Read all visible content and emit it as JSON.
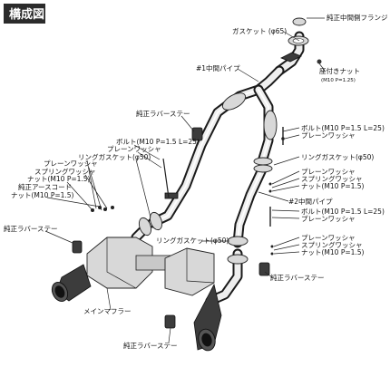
{
  "title": "構成図",
  "labels": {
    "junsei_flange": "純正中間側フランジ",
    "gasket": "ガスケット (φ65)",
    "zatsuki_nut": "座付きナット",
    "zatsuki_nut_spec": "(M10 P=1.25)",
    "no1_pipe": "#1中間パイプ",
    "rubber_stay_top": "純正ラバーステー",
    "bolt_left": "ボルト(M10 P=1.5 L=25)",
    "plain_washer_left": "プレーンワッシャ",
    "ring_gasket_left": "リングガスケット(φ50)",
    "plain_washer_l2": "プレーンワッシャ",
    "spring_washer_l": "スプリングワッシャ",
    "nut_l1": "ナット(M10 P=1.5)",
    "earth_cord": "純正アースコード",
    "nut_l2": "ナット(M10 P=1.5)",
    "rubber_stay_left": "純正ラバーステー",
    "bolt_right1": "ボルト(M10 P=1.5 L=25)",
    "plain_washer_r1": "プレーンワッシャ",
    "ring_gasket_r": "リングガスケット(φ50)",
    "plain_washer_r2": "プレーンワッシャ",
    "spring_washer_r1": "スプリングワッシャ",
    "nut_r1": "ナット(M10 P=1.5)",
    "no2_pipe": "#2中間パイプ",
    "bolt_right2": "ボルト(M10 P=1.5 L=25)",
    "plain_washer_r3": "プレーンワッシャ",
    "ring_gasket_mid": "リングガスケット(φ50)",
    "plain_washer_r4": "プレーンワッシャ",
    "spring_washer_r2": "スプリングワッシャ",
    "nut_r2": "ナット(M10 P=1.5)",
    "rubber_stay_right": "純正ラバーステー",
    "main_muffler": "メインマフラー",
    "rubber_stay_bottom": "純正ラバーステー"
  }
}
